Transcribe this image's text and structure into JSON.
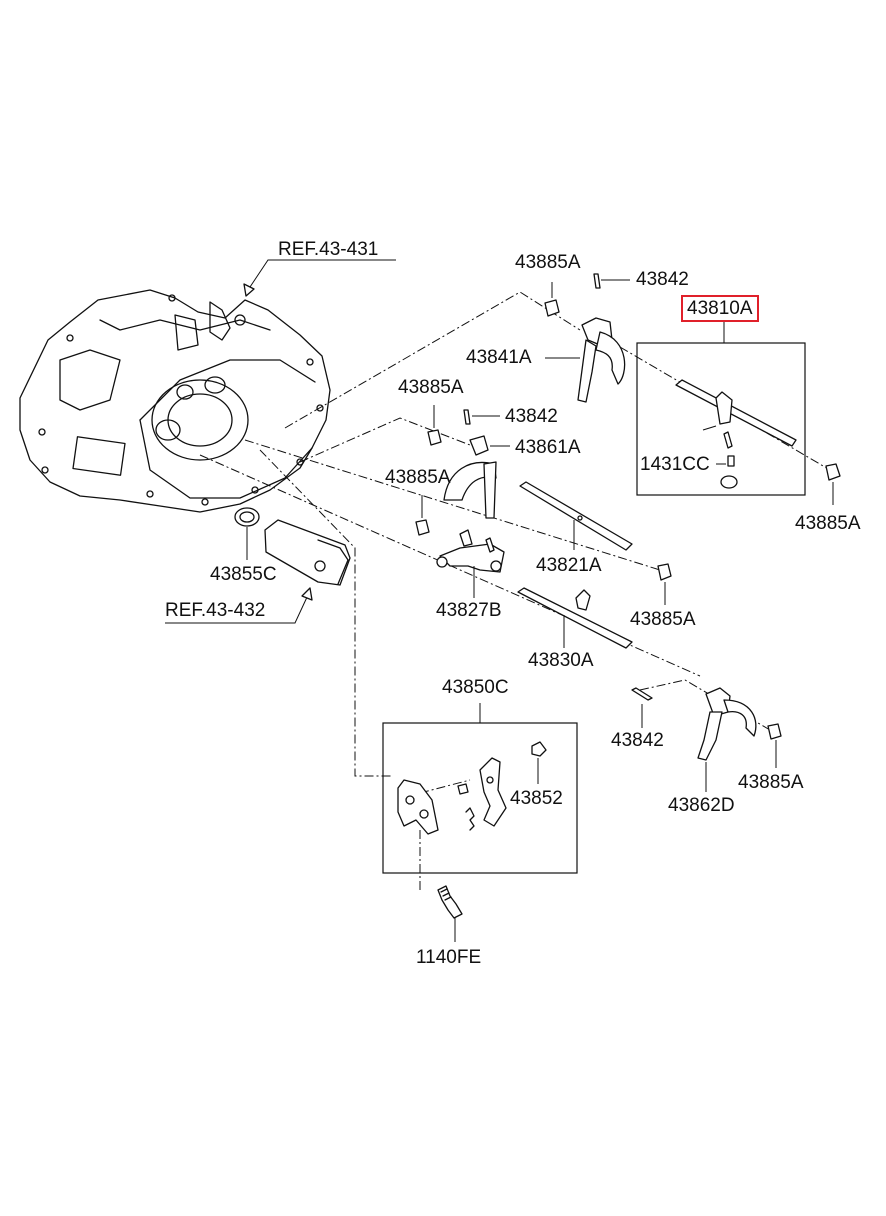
{
  "labels": {
    "ref_43_431": "REF.43-431",
    "ref_43_432": "REF.43-432",
    "p43885A_1": "43885A",
    "p43842_1": "43842",
    "p43810A": "43810A",
    "p43841A": "43841A",
    "p43885A_2": "43885A",
    "p43842_2": "43842",
    "p43861A": "43861A",
    "p1431CC": "1431CC",
    "p43885A_3": "43885A",
    "p43885A_4": "43885A",
    "p43855C": "43855C",
    "p43821A": "43821A",
    "p43827B": "43827B",
    "p43885A_5": "43885A",
    "p43830A": "43830A",
    "p43850C": "43850C",
    "p43842_3": "43842",
    "p43852": "43852",
    "p43885A_6": "43885A",
    "p43862D": "43862D",
    "p1140FE": "1140FE"
  },
  "highlight_color": "#e0202a"
}
